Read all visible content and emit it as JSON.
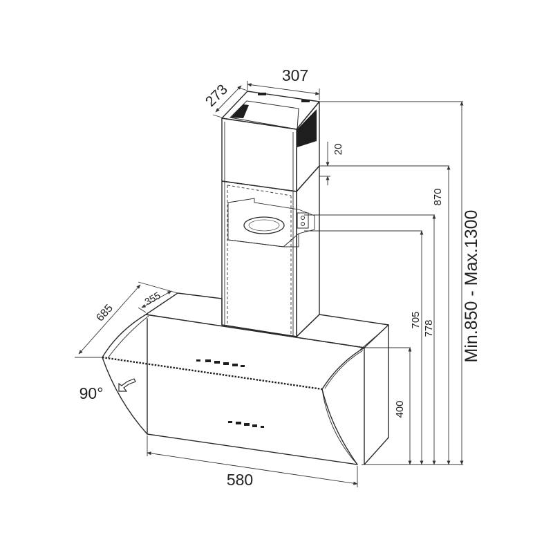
{
  "dimensions": {
    "top_width": "307",
    "top_depth": "273",
    "gap": "20",
    "h870": "870",
    "total_height": "Min.850 - Max.1300",
    "h778": "778",
    "h705": "705",
    "h400": "400",
    "width": "580",
    "depth_total": "685",
    "depth_partial": "355",
    "angle": "90°"
  },
  "colors": {
    "line": "#2a2a2a",
    "panel": "#1e1e1e"
  }
}
